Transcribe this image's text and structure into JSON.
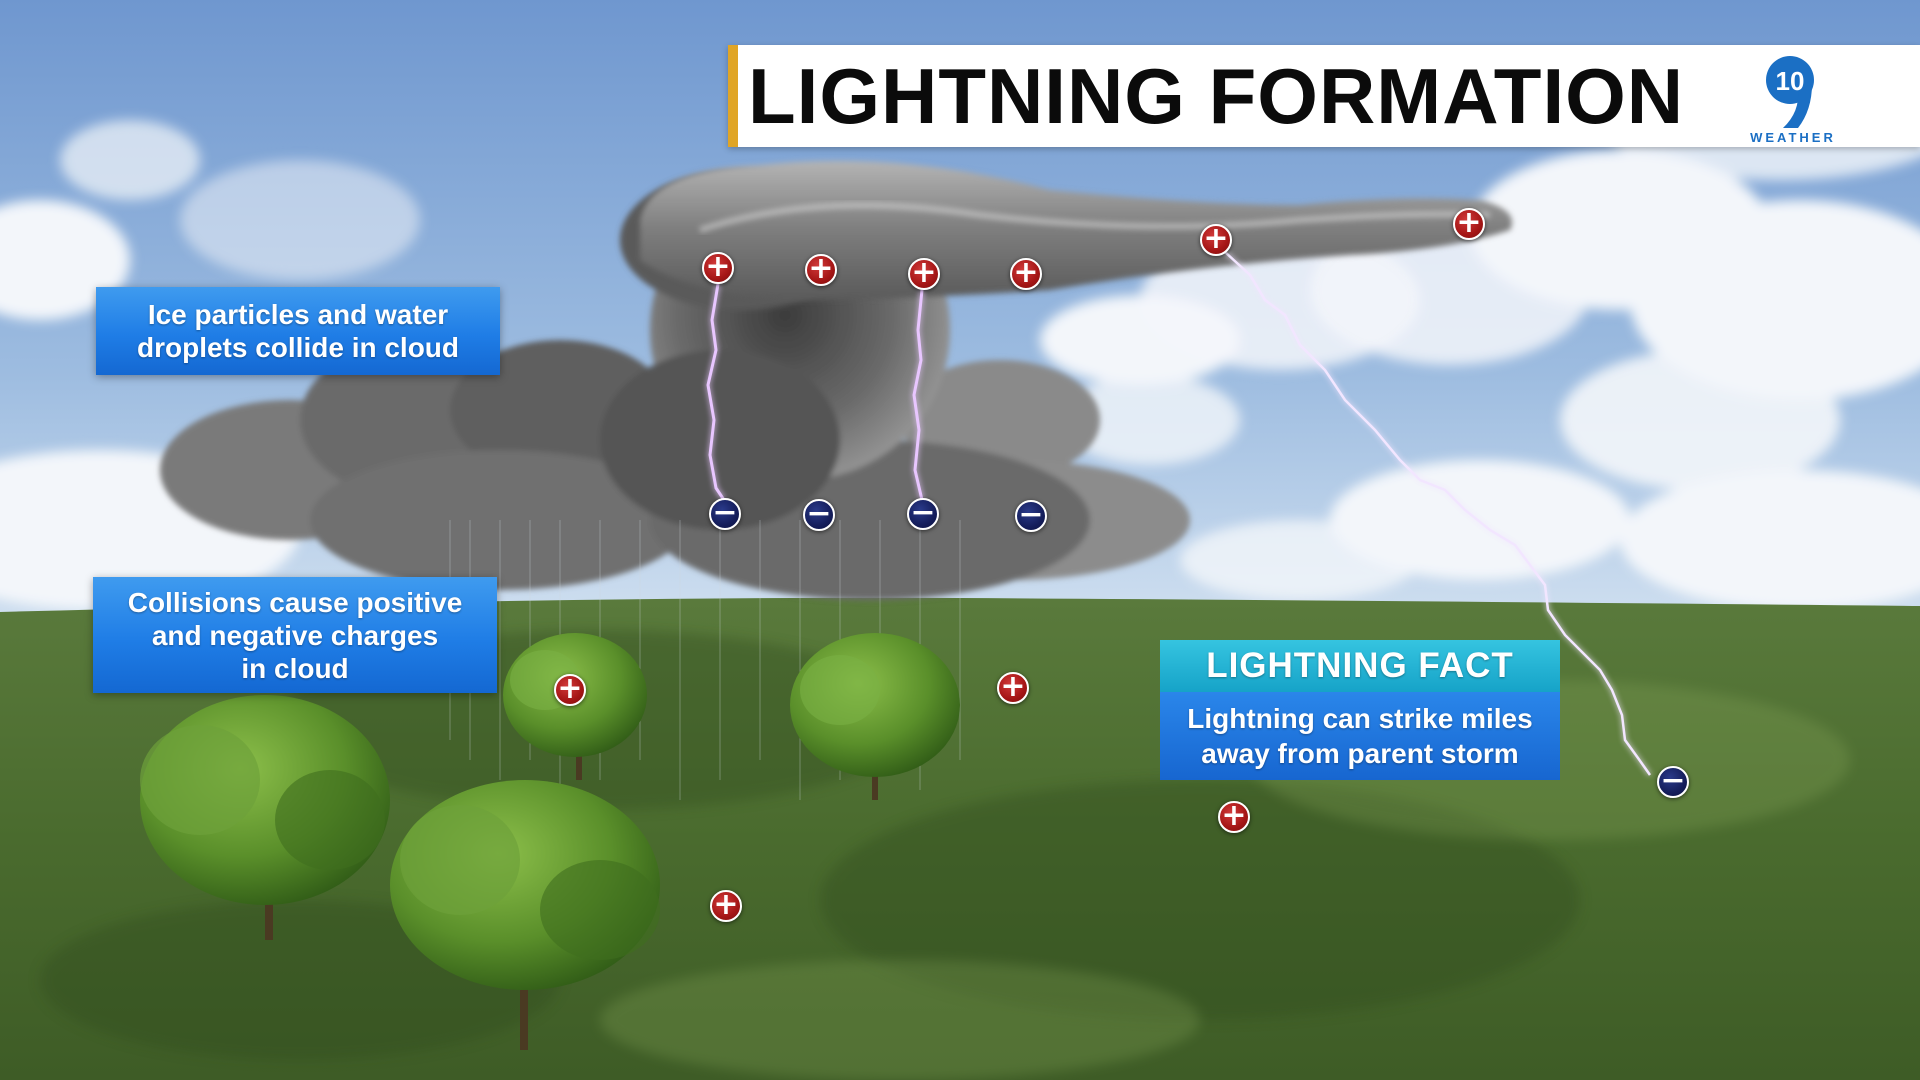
{
  "title": "LIGHTNING FORMATION",
  "logo": {
    "number": "10",
    "word": "WEATHER",
    "icon": "station-9-10-logo"
  },
  "labels": {
    "collide": "Ice particles and water\ndroplets collide in cloud",
    "charges": "Collisions cause positive\nand negative charges\nin cloud"
  },
  "fact": {
    "header": "LIGHTNING FACT",
    "body": "Lightning can strike miles\naway from parent storm"
  },
  "charge_symbols": {
    "positive": "+",
    "negative": "−"
  },
  "colors": {
    "title_accent": "#e0a526",
    "label_blue": "#1f7de6",
    "fact_header": "#16a3c8",
    "positive_charge": "#a51616",
    "negative_charge": "#151e5c",
    "lightning": "#e8c6ff"
  }
}
